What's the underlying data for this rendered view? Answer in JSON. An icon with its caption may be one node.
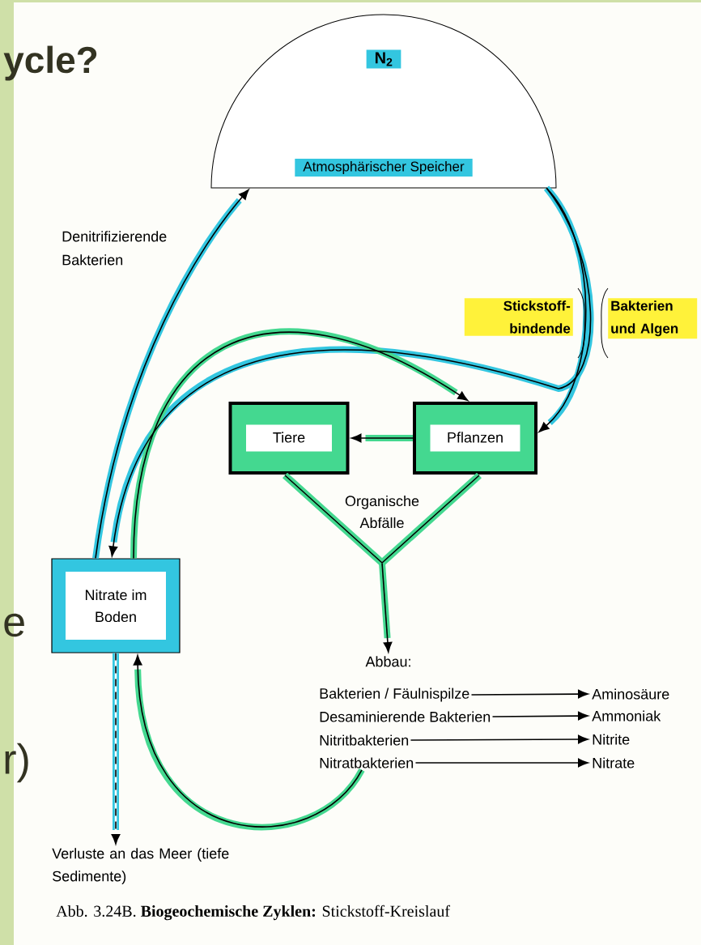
{
  "diagram": {
    "caption": "Abb. 3.24B. **Biogeochemische Zyklen:** Stickstoff-Kreislauf",
    "nodes": [
      {
        "text": [
          "N$_{2}$",
          "Atmosphärischer Speicher"
        ]
      },
      {
        "text": [
          "Tiere"
        ]
      },
      {
        "text": [
          "Pflanzen"
        ]
      },
      {
        "text": [
          "Nitrate im Boden"
        ]
      },
      {
        "text": [
          "Organische Abfälle"
        ]
      },
      {
        "text": [
          "Abbau:"
        ]
      },
      {
        "text": [
          "Bakterien / Fäulnispilze"
        ]
      },
      {
        "text": [
          "Desaminierende Bakterien"
        ]
      },
      {
        "text": [
          "Nitritbakterien"
        ]
      },
      {
        "text": [
          "Nitratbakterien"
        ]
      },
      {
        "text": [
          "Aminosäure"
        ]
      },
      {
        "text": [
          "Ammoniak"
        ]
      },
      {
        "text": [
          "Nitrite"
        ]
      },
      {
        "text": [
          "Nitrate"
        ]
      },
      {
        "text": [
          "Verluste an das Meer (tiefe Sedimente)"
        ]
      }
    ],
    "edges": [
      {
        "from": 3,
        "to": 0,
        "arrow": "to",
        "label": "Denitrifizierende Bakterien"
      },
      {
        "from": 0,
        "to": 2,
        "arrow": "to"
      },
      {
        "from": 0,
        "to": 3,
        "arrow": "to"
      },
      {
        "from": 3,
        "to": 2,
        "arrow": "to"
      },
      {
        "from": 2,
        "to": 1,
        "arrow": "to"
      },
      {
        "from": 4,
        "to": 5,
        "arrow": "to"
      },
      {
        "from": 6,
        "to": 10,
        "arrow": "to"
      },
      {
        "from": 7,
        "to": 11,
        "arrow": "to"
      },
      {
        "from": 8,
        "to": 12,
        "arrow": "to"
      },
      {
        "from": 9,
        "to": 13,
        "arrow": "to"
      },
      {
        "from": 9,
        "to": 3,
        "arrow": "to"
      },
      {
        "from": 3,
        "to": 14,
        "arrow": "to",
        "style": "dashed"
      }
    ],
    "labels": [
      "ycle?",
      "Stickstoff- bindende",
      "Bakterien und Algen",
      "e",
      "r)"
    ]
  }
}
